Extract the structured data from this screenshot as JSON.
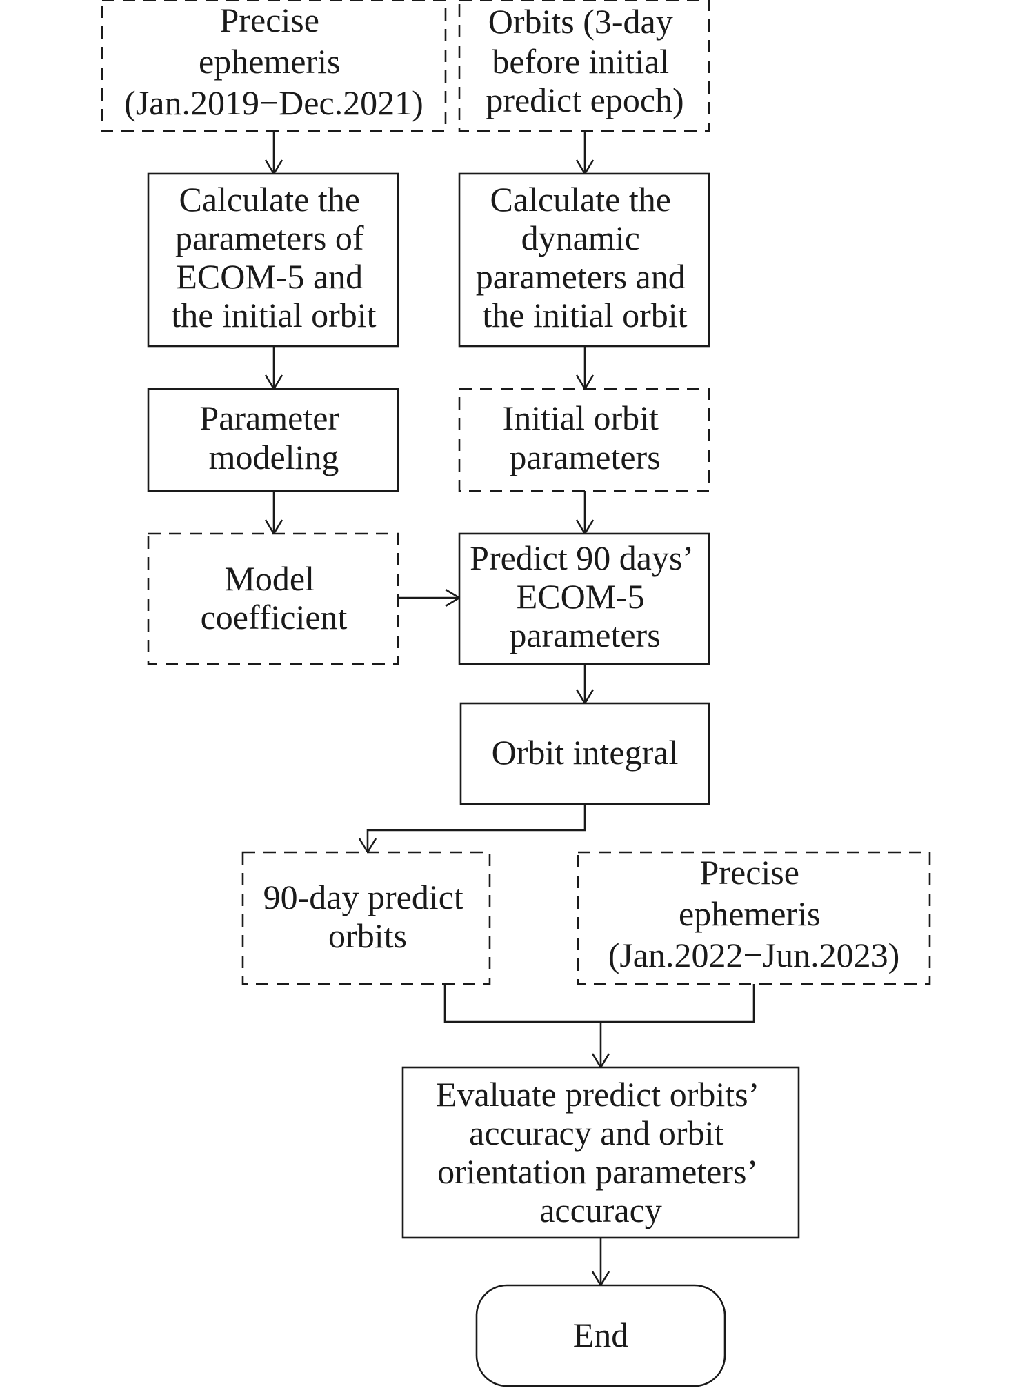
{
  "nodes": {
    "precise_ephemeris_1": {
      "lines": [
        "Precise",
        "ephemeris",
        "(Jan.2019−Dec.2021)"
      ]
    },
    "orbits_3day": {
      "lines": [
        "Orbits (3-day",
        "before initial",
        "predict epoch)"
      ]
    },
    "calc_ecom5": {
      "lines": [
        "Calculate the",
        "parameters of",
        "ECOM-5 and",
        "the initial orbit"
      ]
    },
    "calc_dynamic": {
      "lines": [
        "Calculate the",
        "dynamic",
        "parameters and",
        "the initial orbit"
      ]
    },
    "parameter_modeling": {
      "lines": [
        "Parameter",
        "modeling"
      ]
    },
    "initial_orbit_params": {
      "lines": [
        "Initial orbit",
        "parameters"
      ]
    },
    "model_coefficient": {
      "lines": [
        "Model",
        "coefficient"
      ]
    },
    "predict_90days": {
      "lines": [
        "Predict 90 days’",
        "ECOM-5",
        "parameters"
      ]
    },
    "orbit_integral": {
      "lines": [
        "Orbit integral"
      ]
    },
    "predict_orbits_90day": {
      "lines": [
        "90-day predict",
        "orbits"
      ]
    },
    "precise_ephemeris_2": {
      "lines": [
        "Precise",
        "ephemeris",
        "(Jan.2022−Jun.2023)"
      ]
    },
    "evaluate": {
      "lines": [
        "Evaluate predict orbits’",
        "accuracy and orbit",
        "orientation parameters’",
        "accuracy"
      ]
    },
    "end": {
      "lines": [
        "End"
      ]
    }
  }
}
